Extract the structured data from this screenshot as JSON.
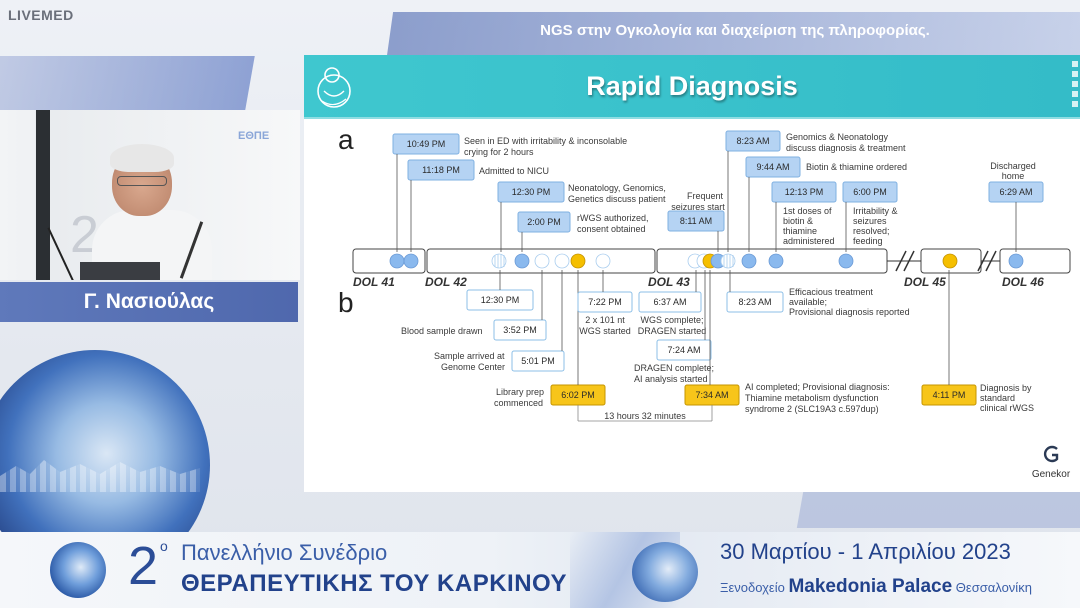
{
  "brand": "LIVEMED",
  "talk_title": "NGS στην Ογκολογία και διαχείριση της πληροφορίας.",
  "speaker_name": "Γ. Νασιούλας",
  "video": {
    "backdrop_logo": "ΕΘΠΕ",
    "backdrop_number": "2"
  },
  "slide": {
    "title": "Rapid Diagnosis",
    "panel_a": "a",
    "panel_b": "b",
    "logo_text": "Genekor",
    "days": [
      "DOL 41",
      "DOL 42",
      "DOL 43",
      "DOL 45",
      "DOL 46"
    ],
    "top_events": [
      {
        "time": "10:49 PM",
        "desc": [
          "Seen in ED with irritability & inconsolable",
          "crying for 2 hours"
        ]
      },
      {
        "time": "11:18 PM",
        "desc": [
          "Admitted to NICU"
        ]
      },
      {
        "time": "12:30 PM",
        "desc": [
          "Neonatology, Genomics,",
          "Genetics discuss patient"
        ]
      },
      {
        "time": "2:00 PM",
        "desc": [
          "rWGS authorized,",
          "consent obtained"
        ]
      },
      {
        "time": "8:11 AM",
        "desc": [
          "Frequent",
          "seizures start"
        ]
      },
      {
        "time": "8:23 AM",
        "desc": [
          "Genomics & Neonatology",
          "discuss diagnosis & treatment"
        ]
      },
      {
        "time": "9:44 AM",
        "desc": [
          "Biotin & thiamine ordered"
        ]
      },
      {
        "time": "12:13 PM",
        "desc": [
          "1st doses of",
          "biotin &",
          "thiamine",
          "administered"
        ]
      },
      {
        "time": "6:00 PM",
        "desc": [
          "Irritability &",
          "seizures",
          "resolved;",
          "feeding"
        ]
      },
      {
        "time": "6:29 AM",
        "desc": [
          "Discharged",
          "home"
        ]
      }
    ],
    "bottom_events": [
      {
        "time": "12:30 PM",
        "desc": []
      },
      {
        "time": "3:52 PM",
        "desc": [
          "Blood sample drawn"
        ]
      },
      {
        "time": "5:01 PM",
        "desc": [
          "Sample arrived at",
          "Genome Center"
        ]
      },
      {
        "time": "6:02 PM",
        "desc": [
          "Library prep",
          "commenced"
        ]
      },
      {
        "time": "7:22 PM",
        "desc": [
          "2 x 101 nt",
          "WGS started"
        ]
      },
      {
        "time": "6:37 AM",
        "desc": [
          "WGS complete;",
          "DRAGEN started"
        ]
      },
      {
        "time": "7:24 AM",
        "desc": [
          "DRAGEN complete;",
          "AI analysis started"
        ]
      },
      {
        "time": "7:34 AM",
        "desc": [
          "AI completed; Provisional diagnosis:",
          "Thiamine metabolism dysfunction",
          "syndrome 2 (SLC19A3 c.597dup)"
        ]
      },
      {
        "time": "8:23 AM",
        "desc": [
          "Efficacious treatment",
          "available;",
          "Provisional diagnosis reported"
        ]
      },
      {
        "time": "4:11 PM",
        "desc": [
          "Diagnosis by",
          "standard",
          "clinical rWGS"
        ]
      }
    ],
    "duration_label": "13 hours 32 minutes"
  },
  "banner": {
    "number": "2",
    "ordinal": "o",
    "line1": "Πανελλήνιο Συνέδριο",
    "line2": "ΘΕΡΑΠΕΥΤΙΚΗΣ ΤΟΥ ΚΑΡΚΙΝΟΥ",
    "date": "30 Μαρτίου - 1 Απριλίου 2023",
    "venue_prefix": "Ξενοδοχείο",
    "venue_name": "Makedonia Palace",
    "venue_city": "Θεσσαλονίκη"
  },
  "colors": {
    "header": "#3fc7cf",
    "event_box": "#b5d3f3",
    "highlight": "#f7c51a",
    "speaker_bar": "#5f79bb"
  }
}
